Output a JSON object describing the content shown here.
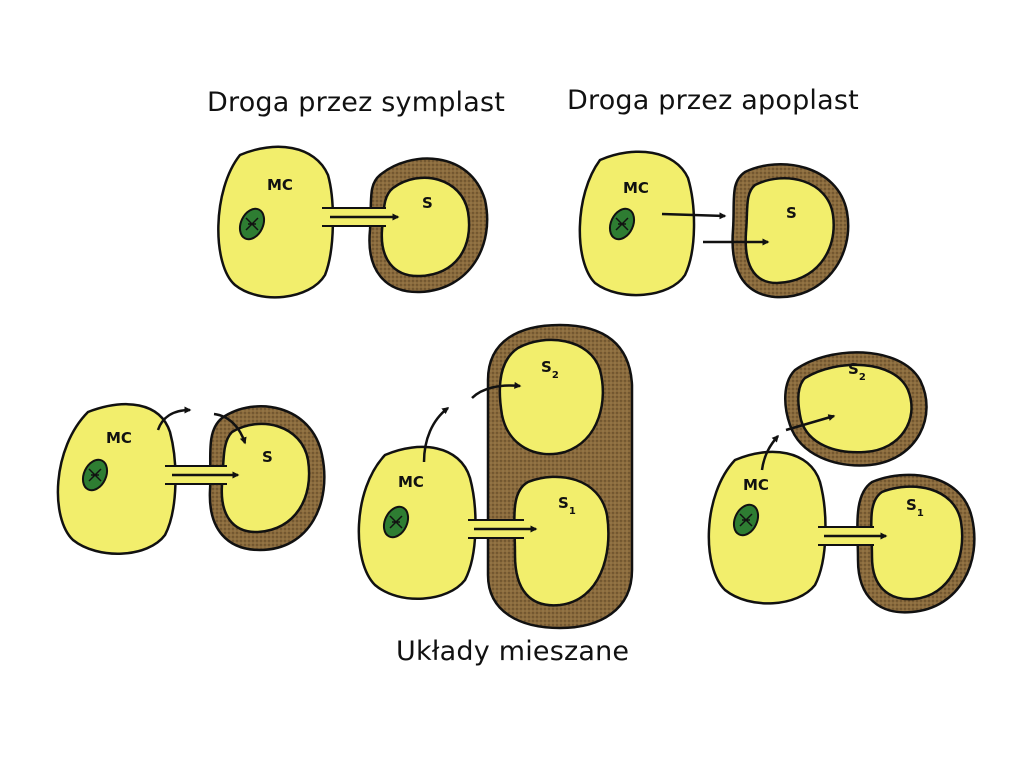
{
  "titles": {
    "symplast": "Droga przez symplast",
    "apoplast": "Droga przez apoplast",
    "mixed": "Układy mieszane"
  },
  "labels": {
    "mc": "MC",
    "s": "S",
    "s_letter": "S",
    "sub1": "1",
    "sub2": "2"
  },
  "colors": {
    "cytoplasm": "#f2ee6c",
    "wall": "#8b6b3d",
    "outline": "#111111",
    "chloroplast": "#2e7d32",
    "background": "#ffffff"
  },
  "icons": {
    "chloroplast": "chloroplast-icon",
    "arrow": "arrow-icon",
    "plasmodesma": "plasmodesma-channel"
  }
}
